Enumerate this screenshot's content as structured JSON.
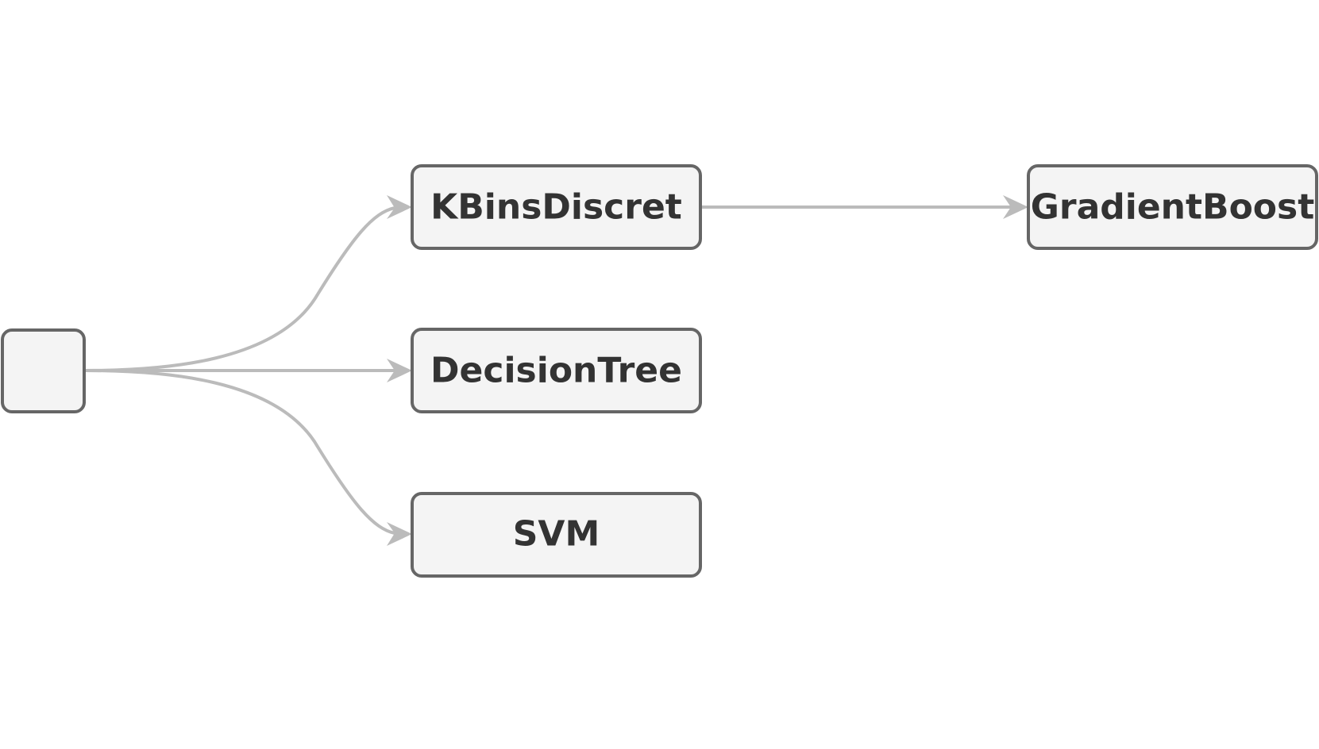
{
  "diagram": {
    "nodes": {
      "root": {
        "label": ""
      },
      "kbins": {
        "label": "KBinsDiscret"
      },
      "decision_tree": {
        "label": "DecisionTree"
      },
      "svm": {
        "label": "SVM"
      },
      "gradient_boost": {
        "label": "GradientBoost"
      }
    },
    "edges": [
      {
        "from": "root",
        "to": "kbins"
      },
      {
        "from": "root",
        "to": "decision_tree"
      },
      {
        "from": "root",
        "to": "svm"
      },
      {
        "from": "kbins",
        "to": "gradient_boost"
      }
    ],
    "colors": {
      "node_fill": "#f4f4f4",
      "node_border": "#666666",
      "edge": "#bbbbbb",
      "text": "#333333"
    }
  }
}
